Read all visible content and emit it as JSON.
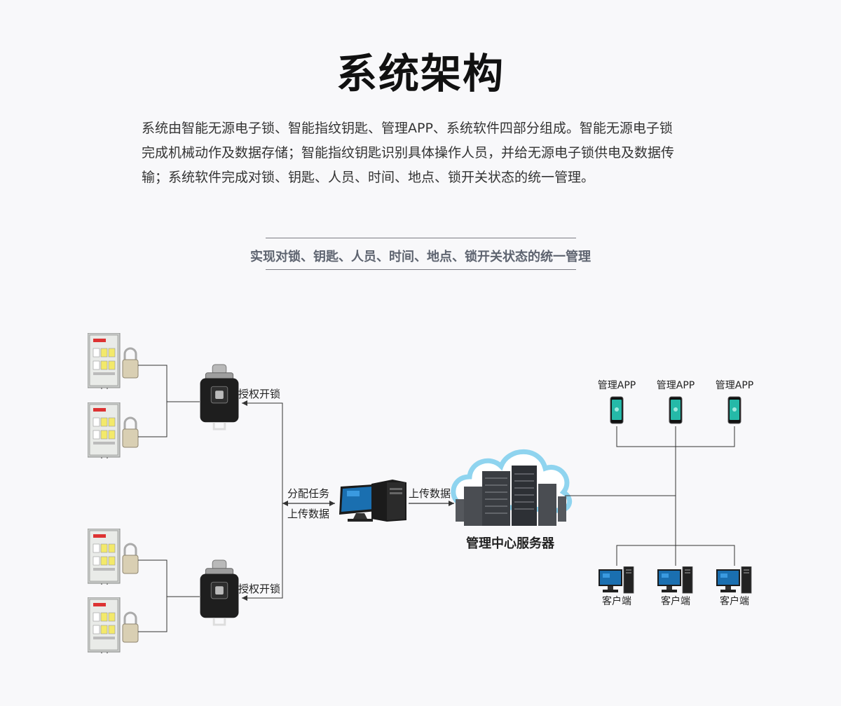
{
  "title": "系统架构",
  "intro": [
    "系统由智能无源电子锁、智能指纹钥匙、管理APP、系统软件四部分组成。智能无源电子锁",
    "完成机械动作及数据存储；智能指纹钥匙识别具体操作人员，并给无源电子锁供电及数据传",
    "输；系统软件完成对锁、钥匙、人员、时间、地点、锁开关状态的统一管理。"
  ],
  "banner": "实现对锁、钥匙、人员、时间、地点、锁开关状态的统一管理",
  "diagram": {
    "key_top_label": "授权开锁",
    "key_bottom_label": "授权开锁",
    "assign_label": "分配任务",
    "upload_label_left": "上传数据",
    "upload_label_right": "上传数据",
    "server_label": "管理中心服务器",
    "apps": [
      "管理APP",
      "管理APP",
      "管理APP"
    ],
    "clients": [
      "客户端",
      "客户端",
      "客户端"
    ],
    "colors": {
      "line": "#333333",
      "phone": "#25b9a8",
      "cloud": "#8fd4ef",
      "monitor": "#1a6fb0"
    }
  }
}
